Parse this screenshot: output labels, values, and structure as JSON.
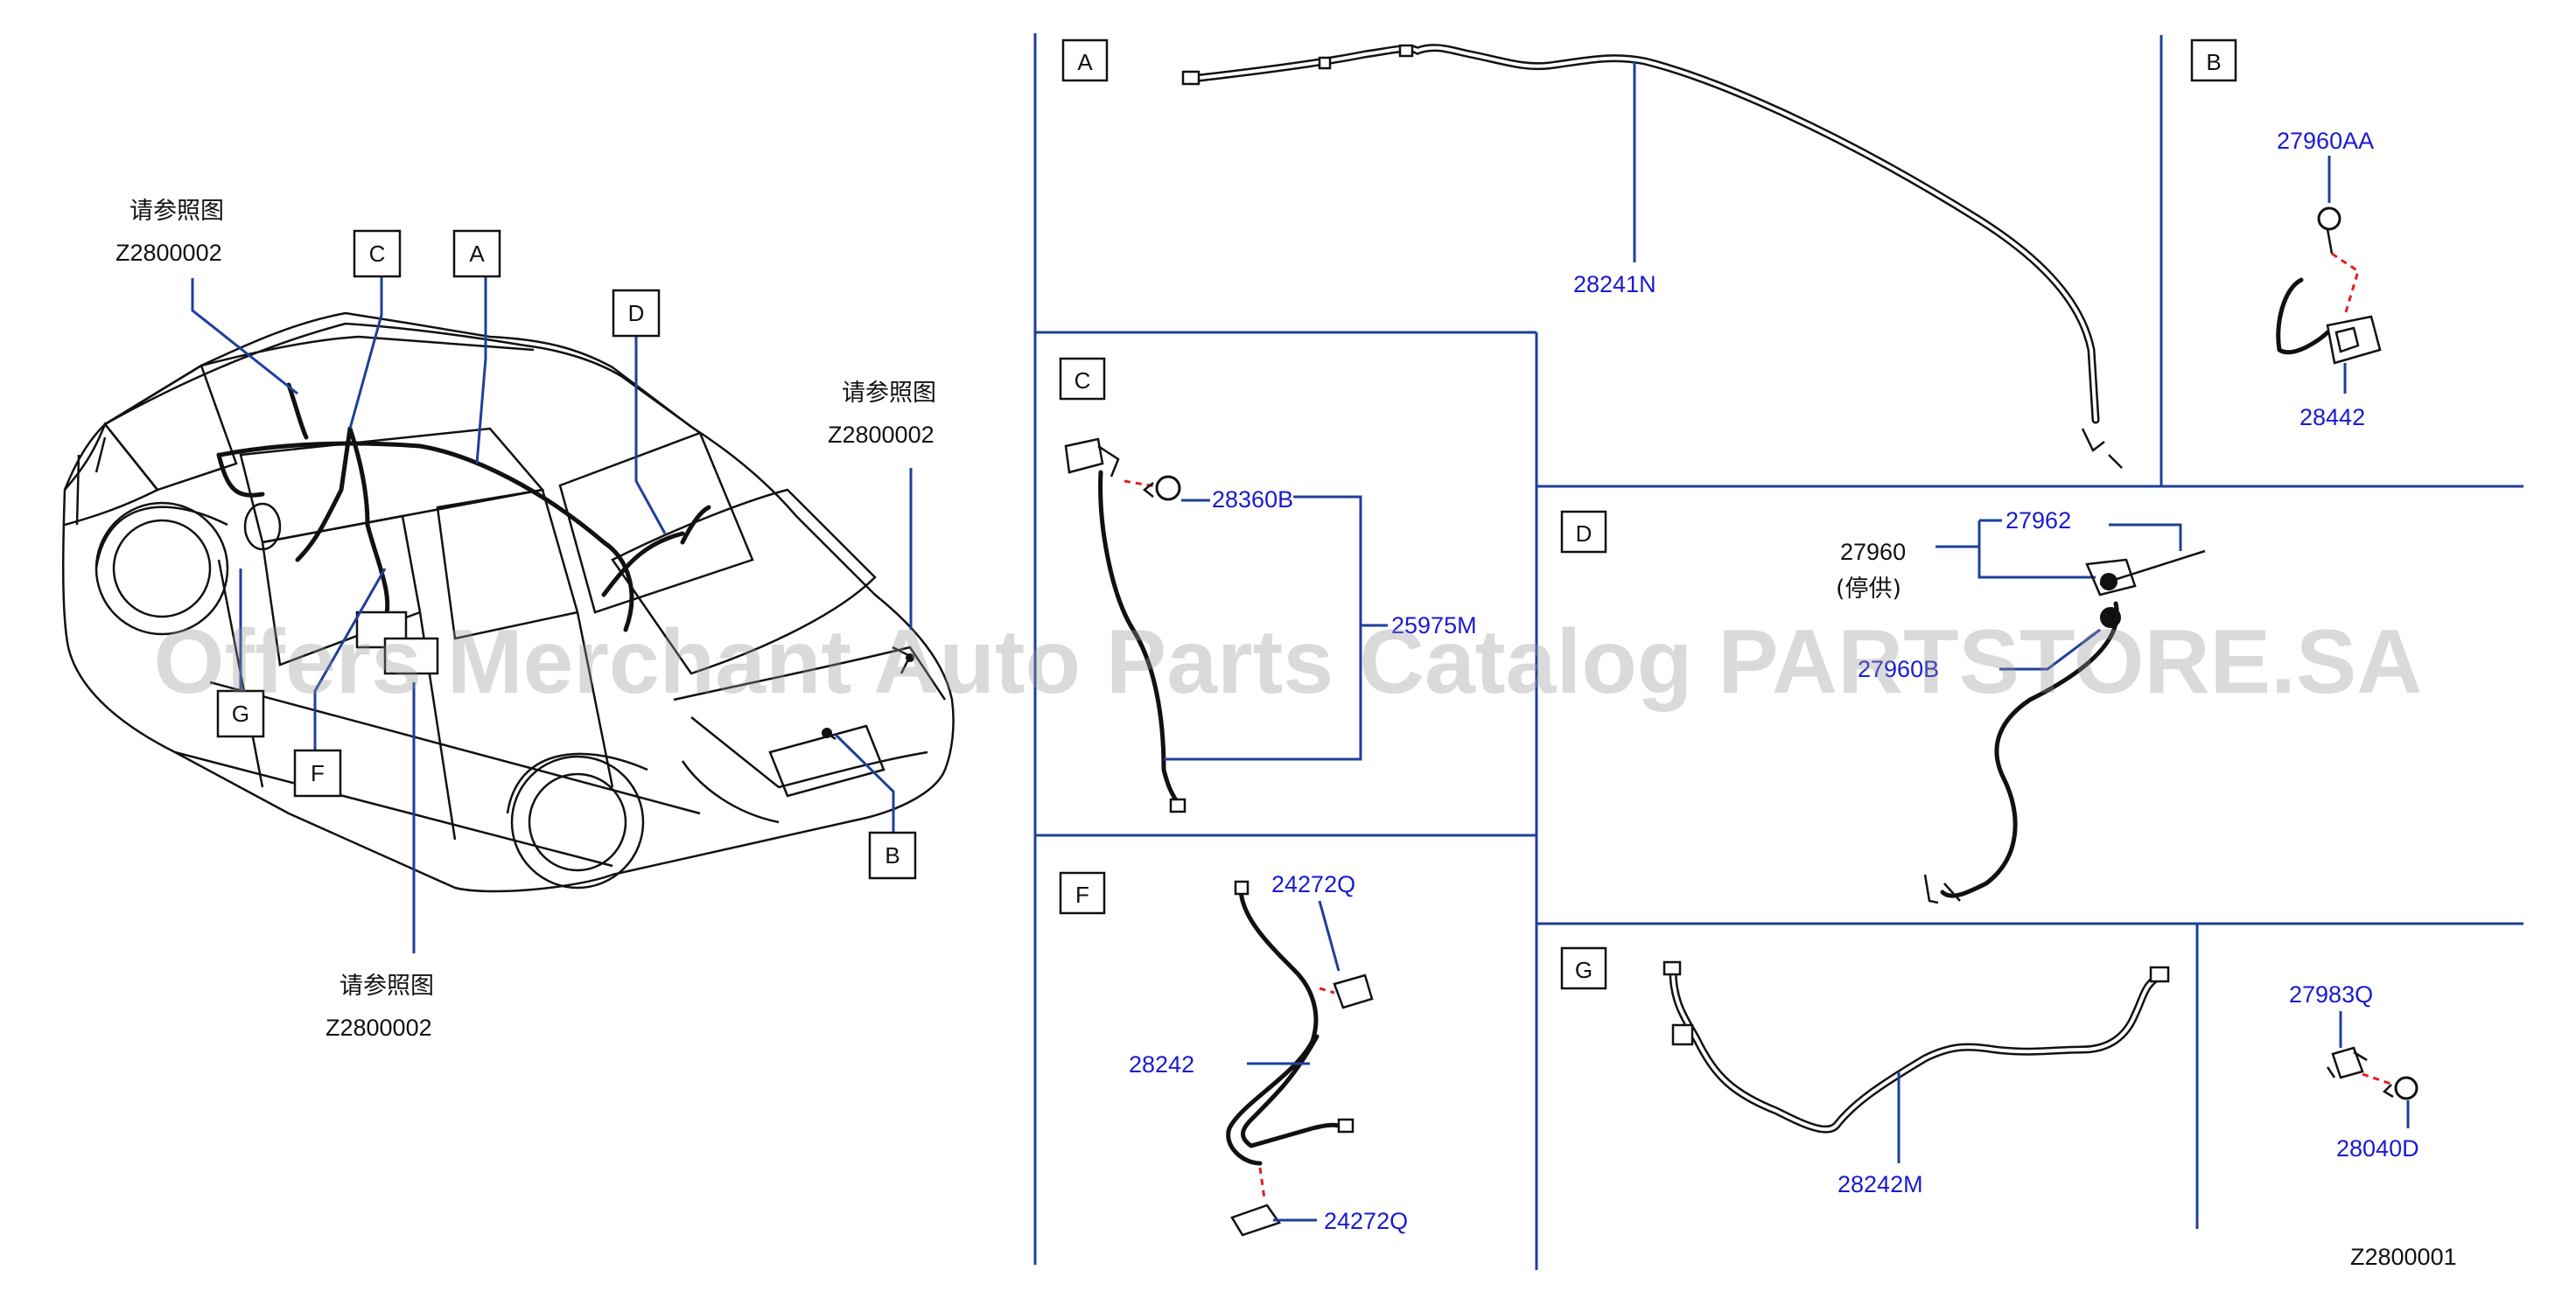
{
  "sections": {
    "A": "A",
    "B": "B",
    "C": "C",
    "D": "D",
    "F": "F",
    "G": "G"
  },
  "overview": {
    "callouts": [
      "C",
      "A",
      "D",
      "G",
      "F",
      "B"
    ],
    "ref_label": "请参照图",
    "ref_code": "Z2800002"
  },
  "parts": {
    "p28241N": "28241N",
    "p27960AA": "27960AA",
    "p28442": "28442",
    "p28360B": "28360B",
    "p25975M": "25975M",
    "p27962": "27962",
    "p27960": "27960",
    "p27960_note": "(停供)",
    "p27960B": "27960B",
    "p24272Q_top": "24272Q",
    "p28242": "28242",
    "p24272Q_bottom": "24272Q",
    "p28242M": "28242M",
    "p27983Q": "27983Q",
    "p28040D": "28040D"
  },
  "diagram_code": "Z2800001",
  "watermark": "Offers Merchant Auto Parts Catalog PARTSTORE.SA"
}
